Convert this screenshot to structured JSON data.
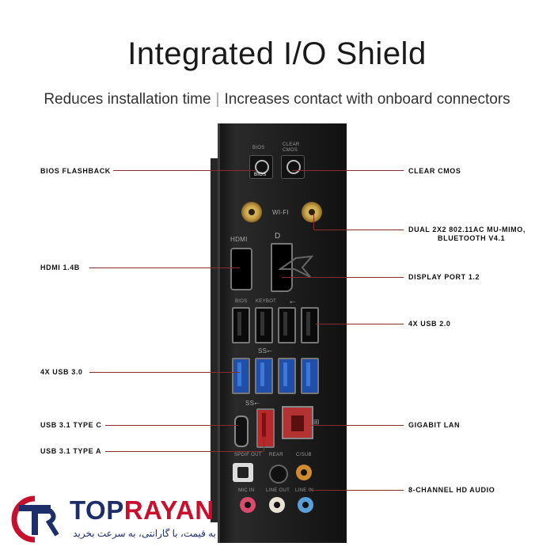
{
  "header": {
    "title": "Integrated I/O Shield",
    "subtitle_left": "Reduces installation time",
    "subtitle_sep": "|",
    "subtitle_right": "Increases contact with onboard connectors"
  },
  "callouts_left": [
    {
      "label": "BIOS FLASHBACK"
    },
    {
      "label": "HDMI 1.4B"
    },
    {
      "label": "4X USB 3.0"
    },
    {
      "label": "USB 3.1 TYPE C"
    },
    {
      "label": "USB 3.1 TYPE A"
    }
  ],
  "callouts_right": [
    {
      "label": "CLEAR CMOS"
    },
    {
      "label": "DUAL 2X2 802.11AC MU-MIMO,",
      "label2": "BLUETOOTH V4.1"
    },
    {
      "label": "DISPLAY PORT 1.2"
    },
    {
      "label": "4X USB 2.0"
    },
    {
      "label": "GIGABIT LAN"
    },
    {
      "label": "8-CHANNEL HD AUDIO"
    }
  ],
  "panel": {
    "bios_box_label": "BIOS",
    "bios_button_label": "BIOS",
    "clear_cmos_label": "CLEAR CMOS",
    "wifi_label": "WI-FI",
    "hdmi_label": "HDMI",
    "bios_usb_label": "BIOS",
    "keybot_label": "KEYBOT",
    "spdif_label": "SPDIF OUT",
    "rear_label": "REAR",
    "csub_label": "C/SUB",
    "micin_label": "MIC IN",
    "lineout_label": "LINE OUT",
    "linein_label": "LINE IN"
  },
  "brand": {
    "name_part1": "TOP",
    "name_part2": "RAYAN",
    "tagline": "به قیمت، با گارانتی، به سرعت بخرید"
  },
  "colors": {
    "callout_line": "#8a2c2c",
    "brand_blue": "#1e2e6b",
    "brand_red": "#c8102e",
    "usb3_blue": "#1f4fa8",
    "usb31_red": "#b42a2a"
  }
}
